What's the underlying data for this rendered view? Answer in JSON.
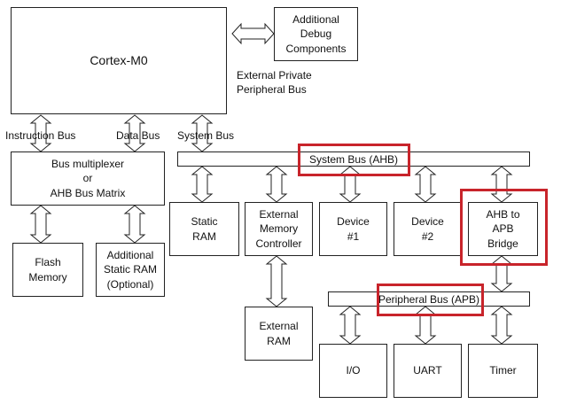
{
  "diagram": {
    "cortex_m0": "Cortex-M0",
    "debug_components": "Additional\nDebug\nComponents",
    "external_private_bus": "External Private\nPeripheral Bus",
    "instruction_bus": "Instruction Bus",
    "data_bus": "Data Bus",
    "system_bus_label": "System Bus",
    "bus_multiplexer": "Bus multiplexer\nor\nAHB Bus Matrix",
    "system_bus_ahb": "System Bus (AHB)",
    "static_ram": "Static\nRAM",
    "ext_mem_controller": "External\nMemory\nController",
    "device1": "Device\n#1",
    "device2": "Device\n#2",
    "ahb_apb_bridge": "AHB to\nAPB\nBridge",
    "flash_memory": "Flash\nMemory",
    "additional_static_ram": "Additional\nStatic RAM\n(Optional)",
    "peripheral_bus_apb": "Peripheral Bus (APB)",
    "external_ram": "External\nRAM",
    "io": "I/O",
    "uart": "UART",
    "timer": "Timer",
    "highlight_color": "#c8242b"
  }
}
